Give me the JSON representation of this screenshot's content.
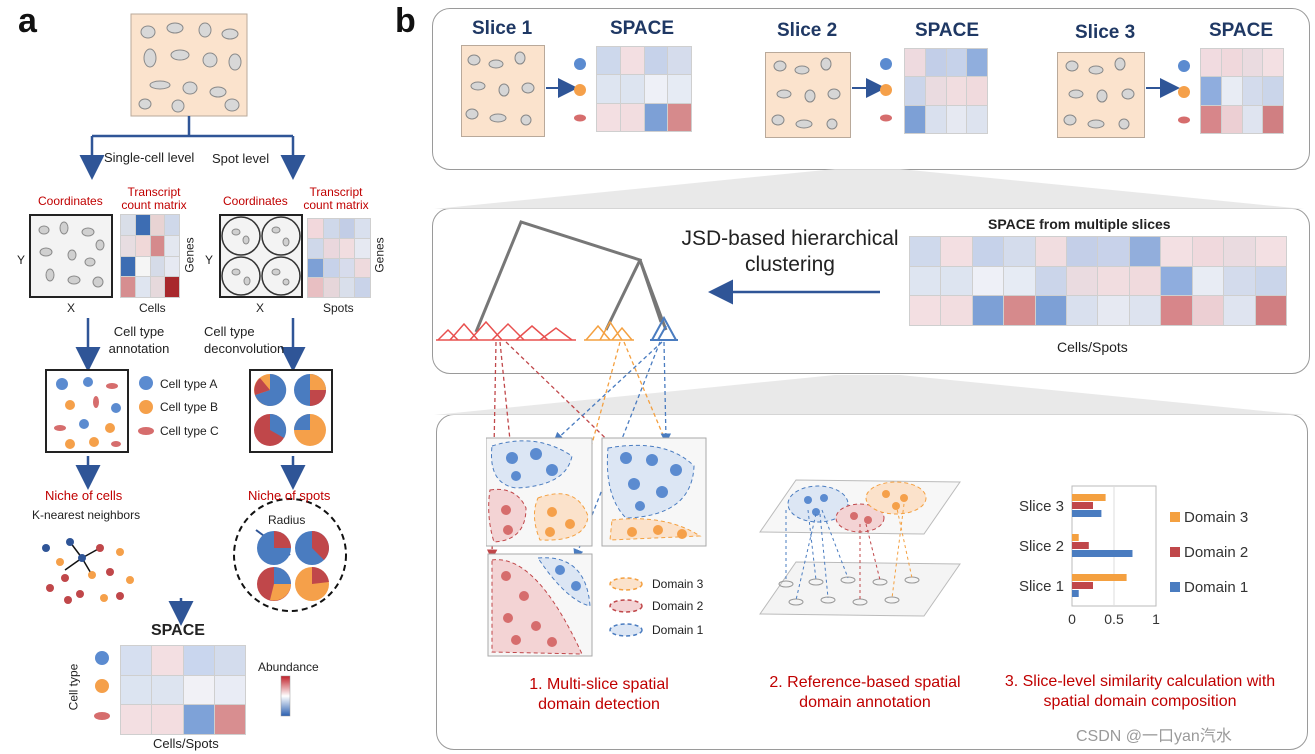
{
  "panel_a": {
    "letter": "a",
    "single_cell_level": "Single-cell level",
    "spot_level": "Spot level",
    "coordinates_left": "Coordinates",
    "coordinates_right": "Coordinates",
    "transcript_left": "Transcript count matrix",
    "transcript_right": "Transcript count matrix",
    "axis_y": "Y",
    "axis_x": "X",
    "genes": "Genes",
    "cells": "Cells",
    "spots": "Spots",
    "cell_type_annotation": "Cell type annotation",
    "cell_type_deconvolution": "Cell type deconvolution",
    "cell_types": [
      "Cell type A",
      "Cell type B",
      "Cell type C"
    ],
    "niche_cells": "Niche of cells",
    "knn": "K-nearest neighbors",
    "niche_spots": "Niche of spots",
    "radius": "Radius",
    "space": "SPACE",
    "cell_type_axis": "Cell type",
    "abundance": "Abundance",
    "cells_spots": "Cells/Spots"
  },
  "panel_b": {
    "letter": "b",
    "slice1": "Slice 1",
    "slice2": "Slice 2",
    "slice3": "Slice 3",
    "space_label": "SPACE",
    "jsd": "JSD-based hierarchical clustering",
    "space_multi": "SPACE from multiple slices",
    "cells_spots": "Cells/Spots",
    "domains": [
      "Domain 3",
      "Domain 2",
      "Domain 1"
    ],
    "step1": "1.  Multi-slice spatial domain detection",
    "step2": "2. Reference-based spatial domain annotation",
    "step3": "3. Slice-level similarity calculation with spatial domain composition",
    "watermark": "CSDN @一口yan汽水"
  },
  "colors": {
    "domain3": "#f4a040",
    "domain2": "#c0474a",
    "domain1": "#4a7cc0",
    "arrow": "#2f5597",
    "tissue": "#fbe3cd"
  },
  "chart_data": {
    "type": "bar",
    "categories": [
      "Slice 3",
      "Slice 2",
      "Slice 1"
    ],
    "series": [
      {
        "name": "Domain 3",
        "values": [
          0.4,
          0.08,
          0.65
        ]
      },
      {
        "name": "Domain 2",
        "values": [
          0.25,
          0.2,
          0.25
        ]
      },
      {
        "name": "Domain 1",
        "values": [
          0.35,
          0.72,
          0.08
        ]
      }
    ],
    "xticks": [
      "0",
      "0.5",
      "1"
    ],
    "xlim": [
      0,
      1
    ],
    "legend": "right"
  }
}
